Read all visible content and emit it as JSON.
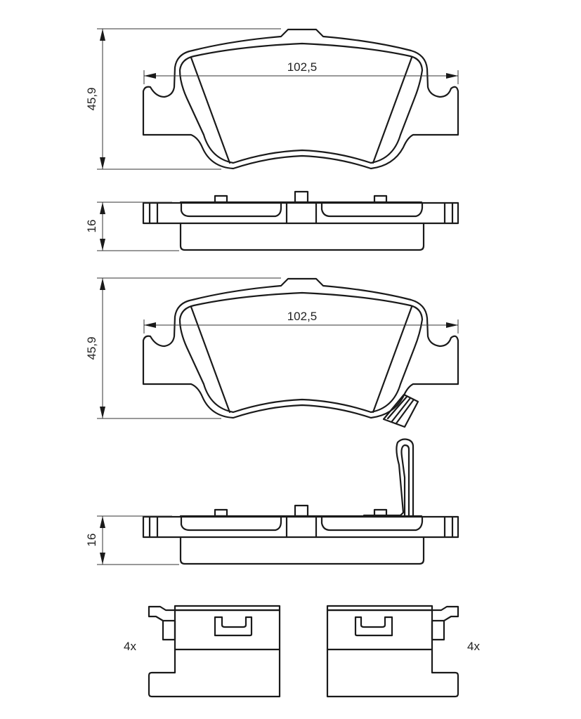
{
  "drawing": {
    "pad_height_label": "45,9",
    "pad_width_label": "102,5",
    "pad_thickness_label": "16",
    "pad_height_label_2": "45,9",
    "pad_width_label_2": "102,5",
    "pad_thickness_label_2": "16",
    "clip_qty_left": "4x",
    "clip_qty_right": "4x"
  },
  "colors": {
    "line": "#1a1a1a",
    "background": "#ffffff"
  }
}
